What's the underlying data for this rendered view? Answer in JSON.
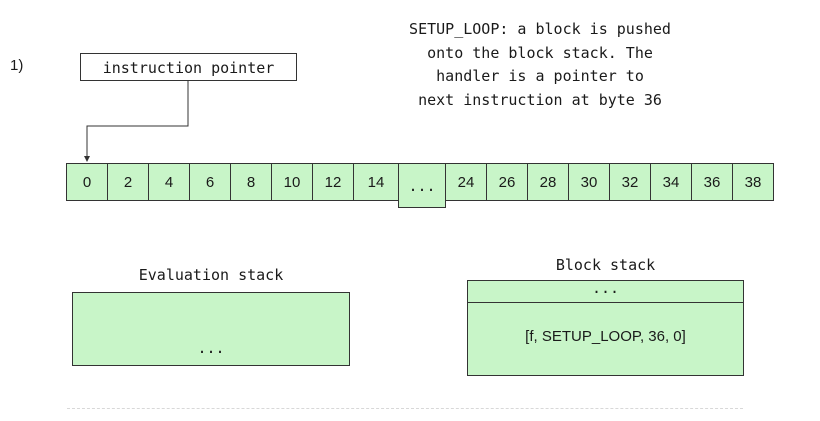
{
  "step_number": "1)",
  "instruction_pointer_label": "instruction pointer",
  "caption_lines": [
    "SETUP_LOOP: a block is pushed",
    "onto the block stack. The",
    "handler is a pointer to",
    "next instruction at byte 36"
  ],
  "bytes": [
    "0",
    "2",
    "4",
    "6",
    "8",
    "10",
    "12",
    "14",
    "...",
    "24",
    "26",
    "28",
    "30",
    "32",
    "34",
    "36",
    "38"
  ],
  "evaluation_stack": {
    "title": "Evaluation stack",
    "contents": "..."
  },
  "block_stack": {
    "title": "Block stack",
    "top": "...",
    "entry": "[f, SETUP_LOOP, 36, 0]"
  },
  "colors": {
    "cell_fill": "#c8f5c8",
    "border": "#333333"
  }
}
